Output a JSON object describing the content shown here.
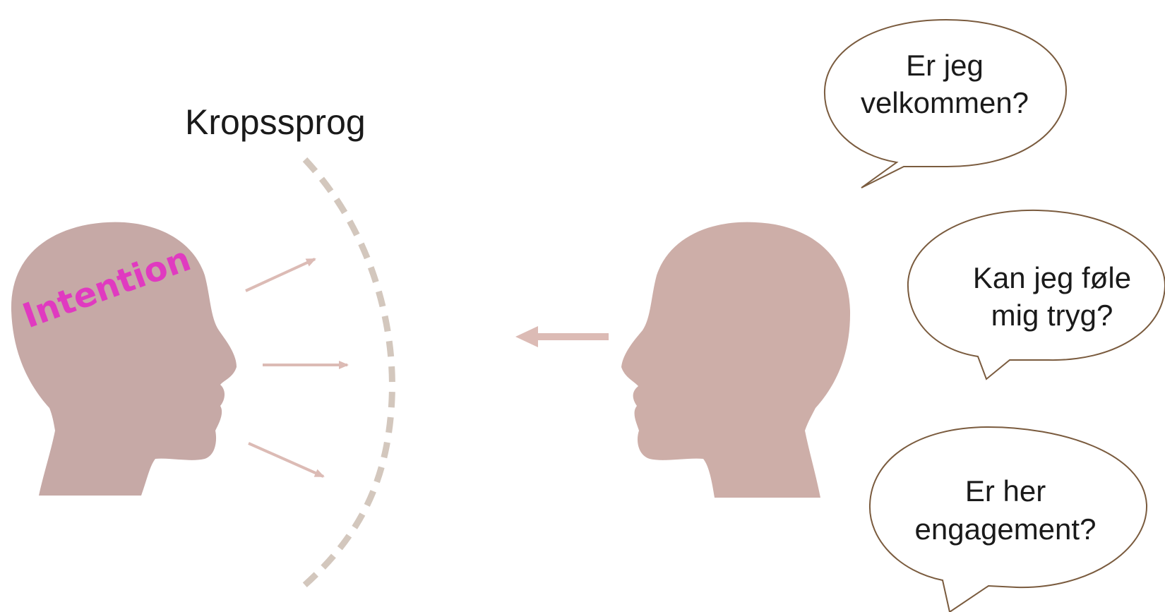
{
  "title": "Kropssprog",
  "sender": {
    "label": "Intention"
  },
  "bubbles": [
    {
      "line1": "Er jeg",
      "line2": "velkommen?"
    },
    {
      "line1": "Kan jeg føle",
      "line2": "mig tryg?"
    },
    {
      "line1": "Er her",
      "line2": "engagement?"
    }
  ],
  "colors": {
    "head": "#c6a9a6",
    "receiver_head": "#cdaea8",
    "arrow": "#dcbbb5",
    "dashed_arc": "#d3c7bd",
    "bubble_stroke": "#7a5b3e",
    "intention_text": "#e03ac0"
  }
}
